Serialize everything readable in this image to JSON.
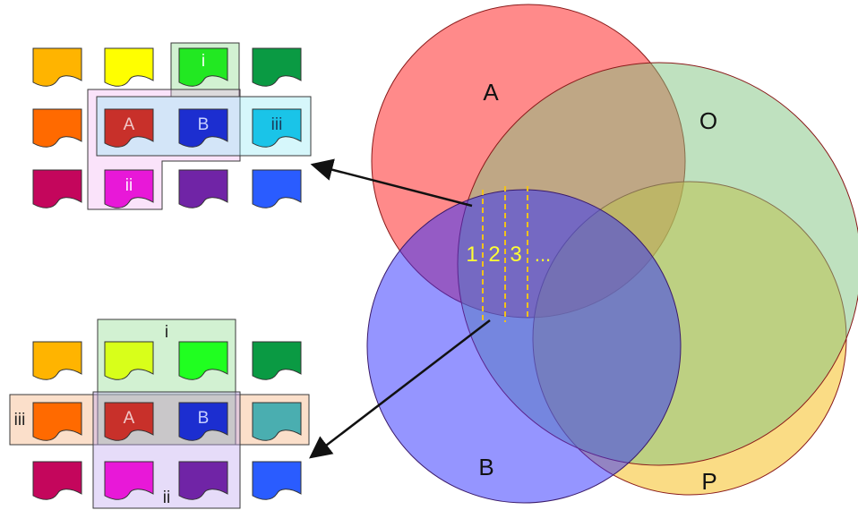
{
  "colors": {
    "circle_a": "#ff2a2a",
    "circle_o": "#7fc47f",
    "circle_p": "#f5c020",
    "circle_b": "#2b2bff",
    "slice_line": "#f2c21a",
    "slice_text": "#ffff33",
    "arrow": "#111111",
    "doc_orange_light": "#ffb400",
    "doc_yellow": "#ffff00",
    "doc_green_light": "#22e822",
    "doc_green_dark": "#0a9a43",
    "doc_orange": "#ff6a00",
    "doc_red_A": "#c8302a",
    "doc_blue_B": "#1c2ed0",
    "doc_cyan": "#1ac4e8",
    "doc_crimson": "#c4065c",
    "doc_magenta": "#e818d8",
    "doc_purple": "#7024a6",
    "doc_blue": "#2a5cff",
    "doc_yellow_green": "#d8ff1a",
    "doc_green_bright": "#20ff20",
    "doc_teal": "#4aaeb0",
    "hl_green": "#7fd87f",
    "hl_pink": "#f0b0f0",
    "hl_cyan": "#8ae8f4",
    "hl_orange": "#f6b88a",
    "hl_purple": "#c0a8f0"
  },
  "venn": {
    "circle_a_label": "A",
    "circle_o_label": "O",
    "circle_p_label": "P",
    "circle_b_label": "B",
    "slice_labels": [
      "1",
      "2",
      "3",
      "..."
    ]
  },
  "top_grid": {
    "highlight_labels": [
      "i",
      "ii",
      "iii"
    ],
    "doc_labels": {
      "a": "A",
      "b": "B"
    }
  },
  "bottom_grid": {
    "highlight_labels": [
      "i",
      "ii",
      "iii"
    ],
    "doc_labels": {
      "a": "A",
      "b": "B"
    }
  }
}
